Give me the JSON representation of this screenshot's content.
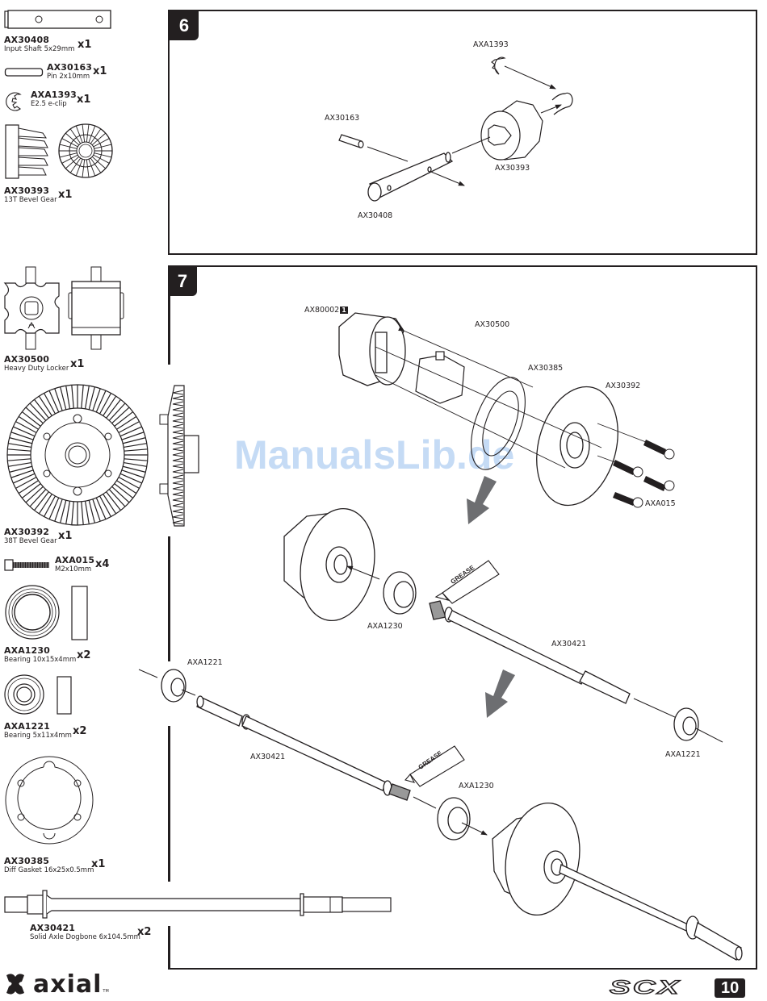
{
  "parts_list": [
    {
      "part_no": "AX30408",
      "desc": "Input Shaft 5x29mm",
      "qty": "x1"
    },
    {
      "part_no": "AX30163",
      "desc": "Pin 2x10mm",
      "qty": "x1"
    },
    {
      "part_no": "AXA1393",
      "desc": "E2.5 e-clip",
      "qty": "x1"
    },
    {
      "part_no": "AX30393",
      "desc": "13T Bevel Gear",
      "qty": "x1"
    },
    {
      "part_no": "AX30500",
      "desc": "Heavy Duty Locker",
      "qty": "x1"
    },
    {
      "part_no": "AX30392",
      "desc": "38T Bevel Gear",
      "qty": "x1"
    },
    {
      "part_no": "AXA015",
      "desc": "M2x10mm",
      "qty": "x4"
    },
    {
      "part_no": "AXA1230",
      "desc": "Bearing 10x15x4mm",
      "qty": "x2"
    },
    {
      "part_no": "AXA1221",
      "desc": "Bearing 5x11x4mm",
      "qty": "x2"
    },
    {
      "part_no": "AX30385",
      "desc": "Diff Gasket 16x25x0.5mm",
      "qty": "x1"
    },
    {
      "part_no": "AX30421",
      "desc": "Solid Axle Dogbone 6x104.5mm",
      "qty": "x2"
    }
  ],
  "step6": {
    "number": "6",
    "callouts": {
      "eclip": "AXA1393",
      "pin": "AX30163",
      "gear": "AX30393",
      "shaft": "AX30408"
    }
  },
  "step7": {
    "number": "7",
    "callouts": {
      "case": "AX80002",
      "case_badge": "1",
      "locker": "AX30500",
      "gasket": "AX30385",
      "ring_gear": "AX30392",
      "screws": "AXA015",
      "bearing_big_1": "AXA1230",
      "axle_1": "AX30421",
      "bearing_small_1": "AXA1221",
      "bearing_small_2": "AXA1221",
      "axle_2": "AX30421",
      "bearing_big_2": "AXA1230"
    },
    "grease_label": "GREASE"
  },
  "watermark": "ManualsLib.de",
  "footer": {
    "brand": "axial",
    "trademark": "TM",
    "model": "SCX",
    "model_number": "10"
  },
  "colors": {
    "ink": "#231f20",
    "watermark": "#c5dbf5",
    "arrow_gray": "#6d6e71"
  }
}
